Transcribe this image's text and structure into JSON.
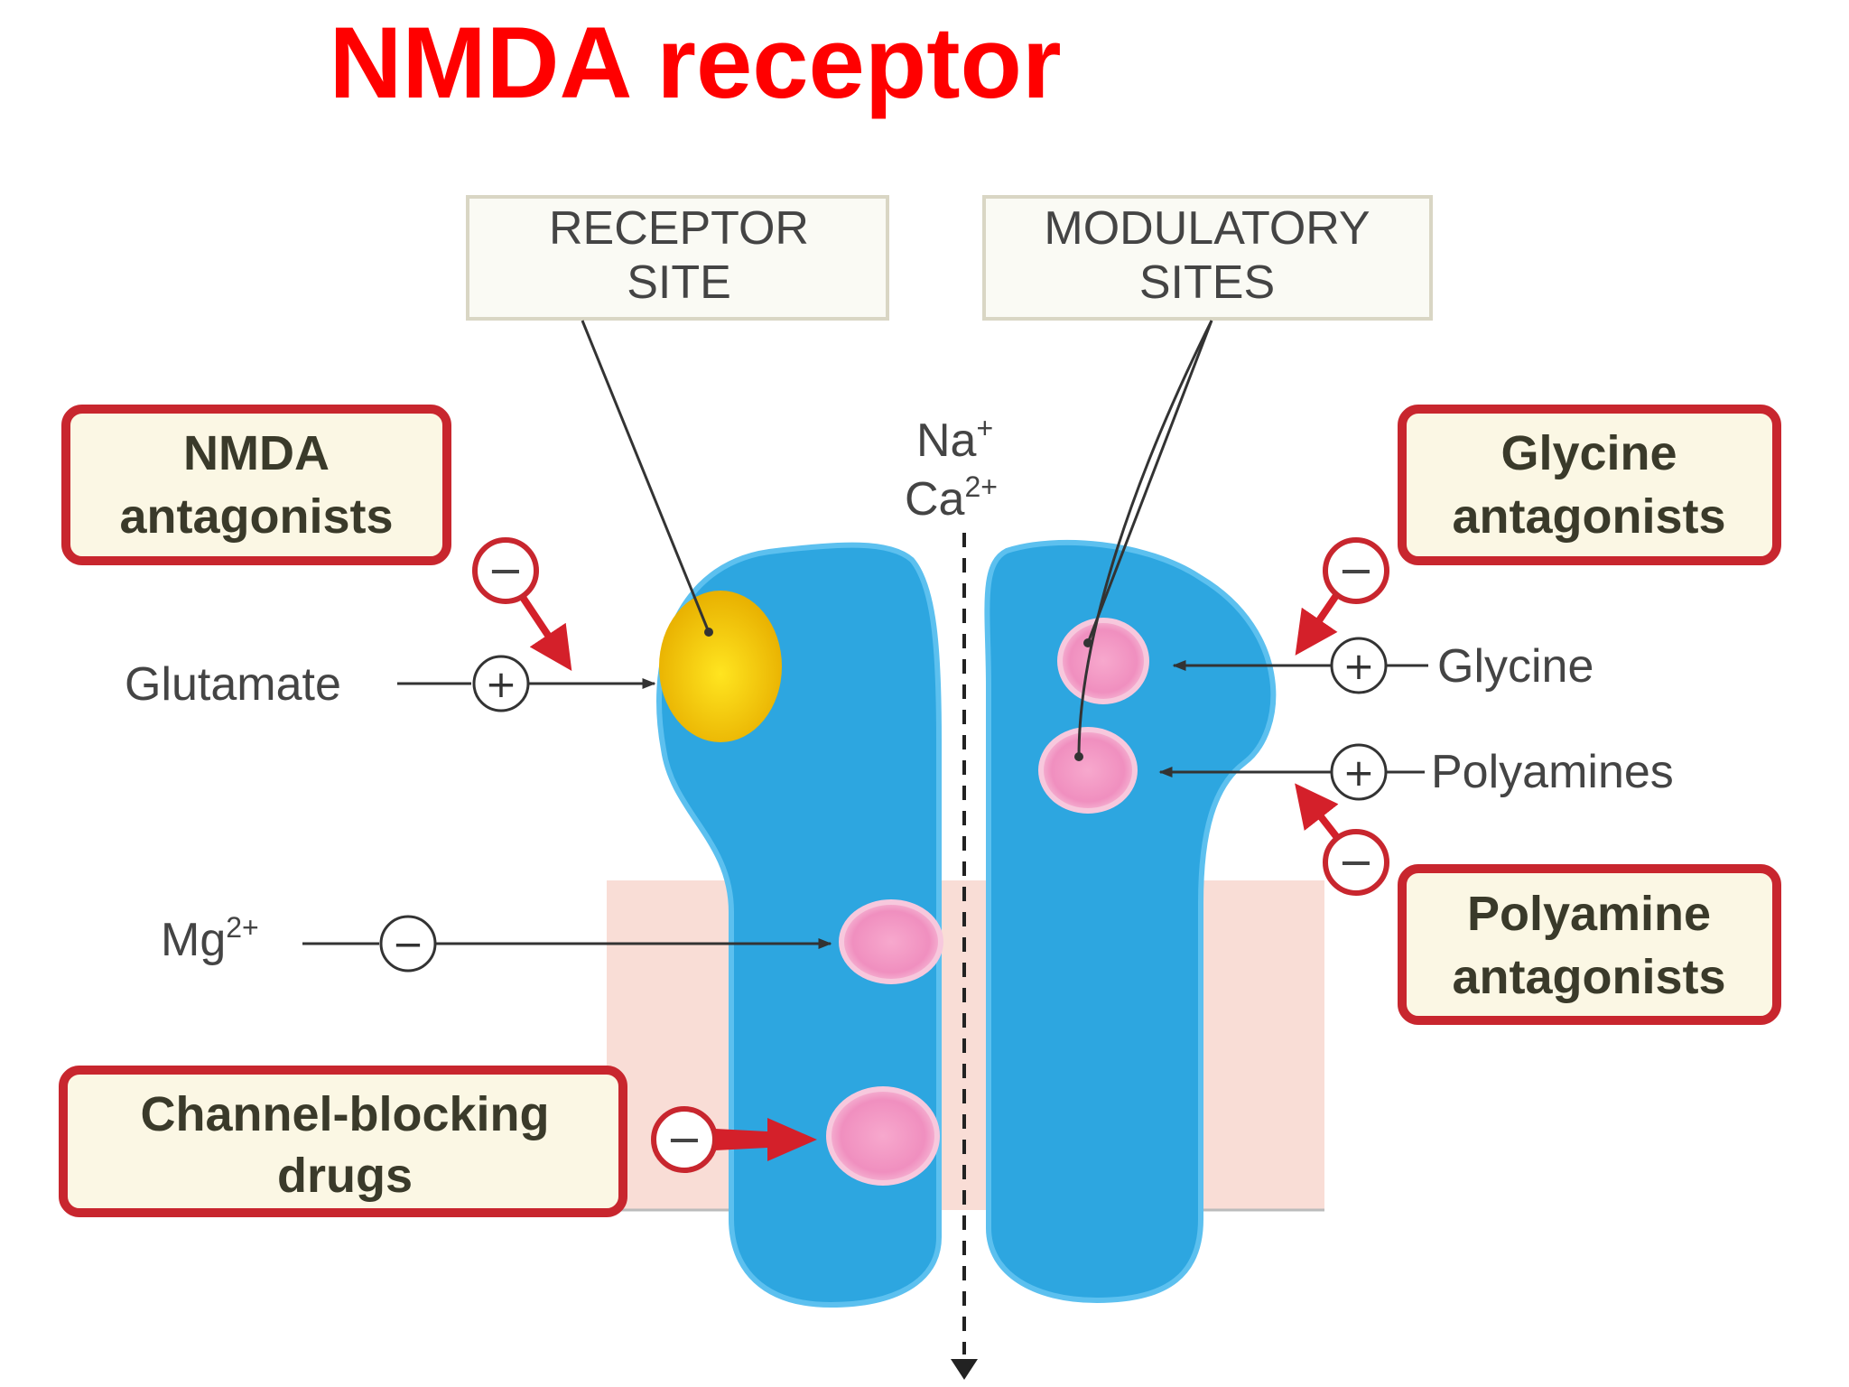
{
  "title": "NMDA receptor",
  "boxes": {
    "receptor_site": [
      "RECEPTOR",
      "SITE"
    ],
    "modulatory_sites": [
      "MODULATORY",
      "SITES"
    ],
    "nmda_antagonists": [
      "NMDA",
      "antagonists"
    ],
    "glycine_antagonists": [
      "Glycine",
      "antagonists"
    ],
    "polyamine_antagonists": [
      "Polyamine",
      "antagonists"
    ],
    "channel_blocking": [
      "Channel-blocking",
      "drugs"
    ]
  },
  "ligands": {
    "glutamate": "Glutamate",
    "glycine": "Glycine",
    "polyamines": "Polyamines",
    "mg": "Mg",
    "mg_sup": "2+"
  },
  "ions": {
    "na": "Na",
    "na_sup": "+",
    "ca": "Ca",
    "ca_sup": "2+"
  },
  "symbols": {
    "plus": "+",
    "minus": "−"
  },
  "colors": {
    "title": "#ff0000",
    "channel": "#2da6e0",
    "receptor_site": "#f5c800",
    "modulatory_site": "#f29ac3",
    "membrane": "#f9ddd6",
    "box_border": "#c8262e",
    "box_fill": "#fbf7e4"
  }
}
